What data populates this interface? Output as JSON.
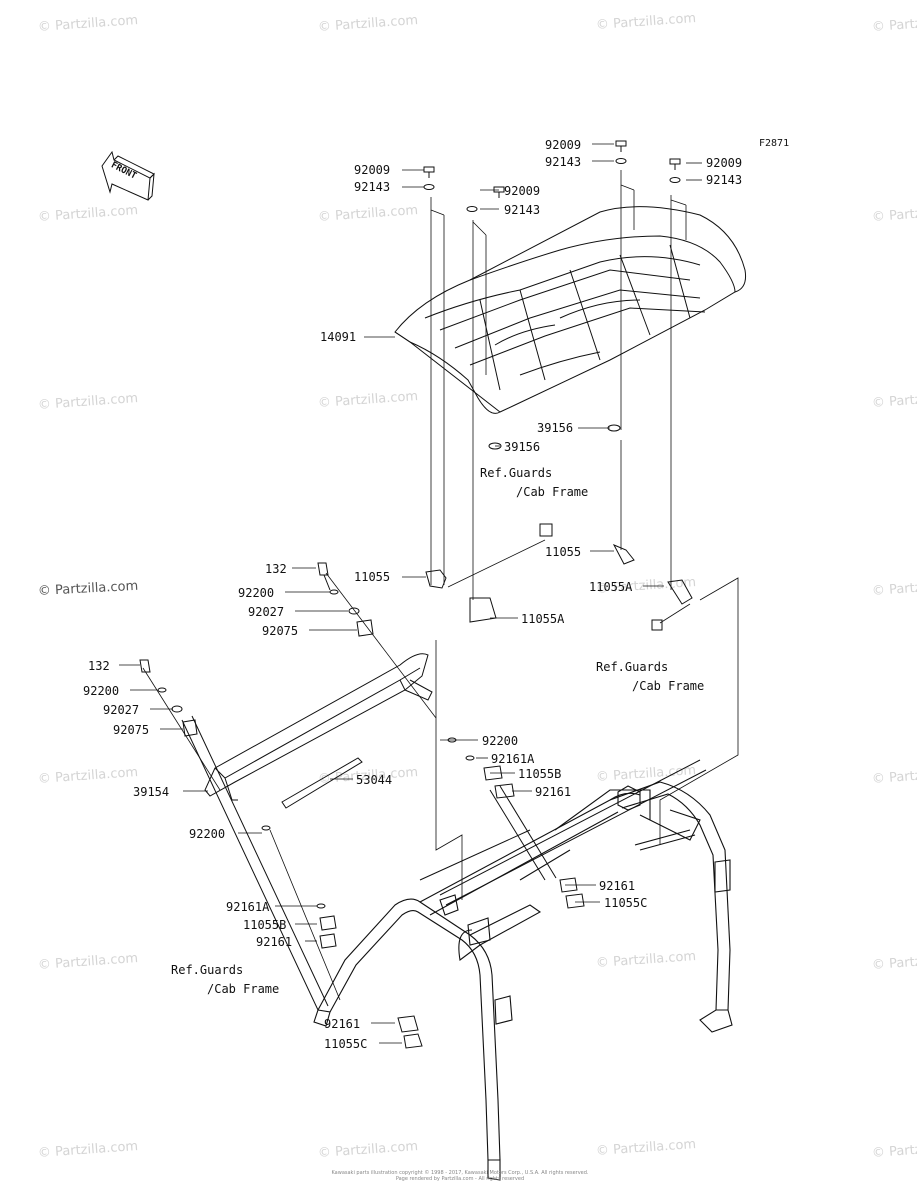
{
  "figure_code": "F2871",
  "front_label": "FRONT",
  "watermark": "© Partzilla.com",
  "callouts": {
    "p92009_a": "92009",
    "p92143_a": "92143",
    "p92009_b": "92009",
    "p92143_b": "92143",
    "p92009_c": "92009",
    "p92143_c": "92143",
    "p92009_d": "92009",
    "p92143_d": "92143",
    "p14091": "14091",
    "p39156_a": "39156",
    "p39156_b": "39156",
    "p11055_a": "11055",
    "p11055A_a": "11055A",
    "p11055_b": "11055",
    "p11055A_b": "11055A",
    "p132_a": "132",
    "p92200_a": "92200",
    "p92027_a": "92027",
    "p92075_a": "92075",
    "p132_b": "132",
    "p92200_b": "92200",
    "p92027_b": "92027",
    "p92075_b": "92075",
    "p39154": "39154",
    "p53044": "53044",
    "p92200_c": "92200",
    "p92161A_a": "92161A",
    "p11055B_a": "11055B",
    "p92161_a": "92161",
    "p92161_b": "92161",
    "p11055C_a": "11055C",
    "p92200_d": "92200",
    "p92161A_b": "92161A",
    "p11055B_b": "11055B",
    "p92161_c": "92161",
    "p92161_d": "92161",
    "p11055C_b": "11055C"
  },
  "refs": {
    "ref_a_line1": "Ref.Guards",
    "ref_a_line2": "/Cab Frame",
    "ref_b_line1": "Ref.Guards",
    "ref_b_line2": "/Cab Frame",
    "ref_c_line1": "Ref.Guards",
    "ref_c_line2": "/Cab Frame"
  },
  "footer": {
    "line1": "Kawasaki parts illustration copyright © 1998 - 2017, Kawasaki Motors Corp., U.S.A. All rights reserved.",
    "line2": "Page rendered by Partzilla.com - All rights reserved"
  }
}
